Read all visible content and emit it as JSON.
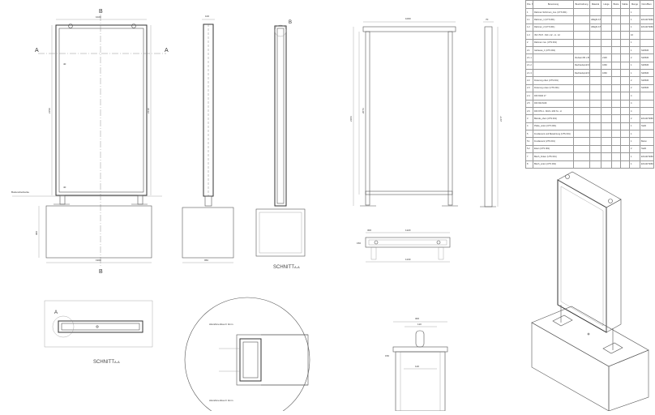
{
  "labels": {
    "section_a_left": "A",
    "section_a_right": "A",
    "section_b_top": "B",
    "section_b_bottom": "B",
    "section_b_marker": "B",
    "detail_a_marker": "A",
    "section_caption_1": "SCHNITT",
    "section_caption_1_suffix": "A-A",
    "section_caption_2": "SCHNITT",
    "section_caption_2_suffix": "A-A",
    "ground_label": "Bodenoberkante",
    "detail_label_1": "Alurahmenbau h 4mm",
    "detail_label_2": "Alurahmenbau h 4mm"
  },
  "dimensions": {
    "front_top_width": "1020",
    "front_height_left": "2150",
    "front_height_right": "2130",
    "front_small_1": "40",
    "front_small_2": "40",
    "front_base_height": "900",
    "front_base_width": "1900",
    "side_top_width": "100",
    "side_base_width": "950",
    "frame_top_width": "1060",
    "frame_height_left": "2184",
    "frame_height_inner": "2073",
    "narrow_height": "2177",
    "narrow_top_width": "70",
    "plan_top_dim": "1120",
    "plan_depth": "300",
    "plan_bottom_dim": "1130",
    "plan_side_dim": "150",
    "detail_top_width": "300",
    "detail_inner_width": "110",
    "detail_height": "150",
    "detail_bottom_width": "120"
  },
  "bom": {
    "headers": [
      "Pos. Nr.",
      "Benennung",
      "Beschreibung",
      "Material",
      "Länge",
      "Breite",
      "Stärke",
      "Menge",
      "Norm/Bem."
    ],
    "rows": [
      [
        "1",
        "Rahmen Schirmen_zus. (UTS 001)",
        "",
        "",
        "",
        "",
        "",
        "1",
        ""
      ],
      [
        "1.1",
        "Rahmen_1 (UTS 001)",
        "",
        "AlMgSi 0,5 F22",
        "",
        "",
        "",
        "1",
        "EN AW 6060"
      ],
      [
        "1.2",
        "Rahmen_2 (UTS 001)",
        "",
        "AlMgSi 0,5 F22",
        "",
        "",
        "",
        "1",
        "EN AW 6060"
      ],
      [
        "1.3",
        "ISO 7047 - M4 x 12 - H - 12",
        "",
        "",
        "",
        "",
        "",
        "16",
        ""
      ],
      [
        "2",
        "Rahmen zus. (UTS 001)",
        "",
        "",
        "",
        "",
        "",
        "1",
        ""
      ],
      [
        "2.1",
        "Gehause_1 (UTS 001)",
        "",
        "",
        "",
        "",
        "",
        "1",
        "S235JR"
      ],
      [
        "2.1.1",
        "",
        "Vierkant 80 x 80 x 3 mm",
        "",
        "2130",
        "",
        "",
        "2",
        "S235JR"
      ],
      [
        "2.1.2",
        "",
        "Rechteckprofil 120 x 80 x 3",
        "",
        "1060",
        "",
        "",
        "1",
        "S235JR"
      ],
      [
        "2.1.3",
        "",
        "Rechteckprofil 120 x 80 x 3",
        "",
        "1060",
        "",
        "",
        "1",
        "S235JR"
      ],
      [
        "2.2",
        "Fixierung oben (UTS 001)",
        "",
        "",
        "",
        "",
        "",
        "2",
        "S235JR"
      ],
      [
        "2.3",
        "Fixierung unten (UTS 001)",
        "",
        "",
        "",
        "",
        "",
        "2",
        "S235JR"
      ],
      [
        "2.4",
        "DIN 6340 17",
        "",
        "",
        "",
        "",
        "",
        "4",
        ""
      ],
      [
        "2.5",
        "DIN 934 M16",
        "",
        "",
        "",
        "",
        "",
        "4",
        ""
      ],
      [
        "2.6",
        "DIN 976-1 - M16 x 200 St - H",
        "",
        "",
        "",
        "",
        "",
        "4",
        ""
      ],
      [
        "3",
        "Blende_oben (UTS 001)",
        "",
        "",
        "",
        "",
        "",
        "2",
        "EN AW 6060"
      ],
      [
        "4",
        "Platte_unten (UTS 001)",
        "",
        "",
        "",
        "",
        "",
        "1",
        "Stahl"
      ],
      [
        "5",
        "Fundament und Bewehrung (UTS 001)",
        "",
        "",
        "",
        "",
        "",
        "1",
        ""
      ],
      [
        "5.1",
        "Fundament (UTS 001)",
        "",
        "",
        "",
        "",
        "",
        "1",
        "Beton"
      ],
      [
        "5.2",
        "Eisen (UTS 001)",
        "",
        "",
        "",
        "",
        "",
        "2",
        "Stahl"
      ],
      [
        "7",
        "Blech_hinten (UTS 001)",
        "",
        "",
        "",
        "",
        "",
        "1",
        "EN AW 6060"
      ],
      [
        "8",
        "Blech_unten (UTS 001)",
        "",
        "",
        "",
        "",
        "",
        "1",
        "EN AW 6060"
      ]
    ]
  }
}
